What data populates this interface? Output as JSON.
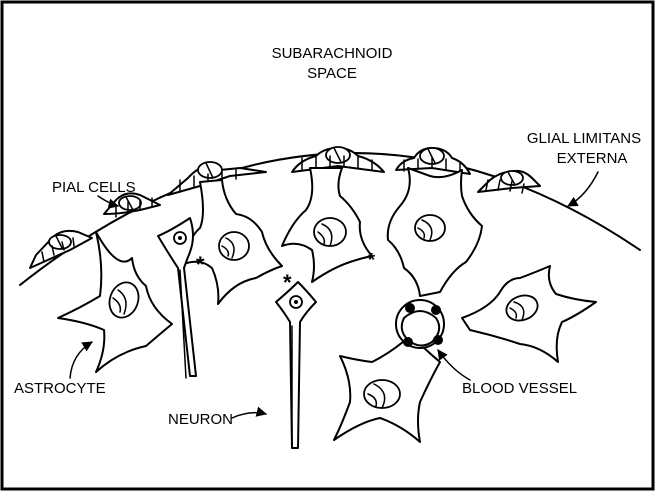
{
  "labels": {
    "subarachnoid_line1": "SUBARACHNOID",
    "subarachnoid_line2": "SPACE",
    "pial_cells": "PIAL CELLS",
    "glial_line1": "GLIAL LIMITANS",
    "glial_line2": "EXTERNA",
    "astrocyte": "ASTROCYTE",
    "neuron": "NEURON",
    "blood_vessel": "BLOOD VESSEL"
  },
  "colors": {
    "ink": "#000000",
    "background": "#ffffff"
  }
}
